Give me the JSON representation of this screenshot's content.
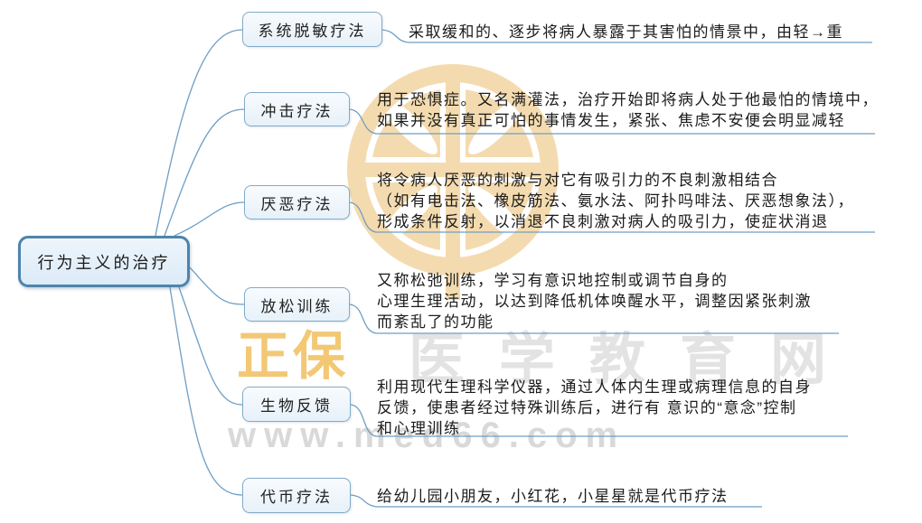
{
  "title": "行为主义的治疗思维导图",
  "central": {
    "label": "行为主义的治疗"
  },
  "branches": [
    {
      "label": "系统脱敏疗法",
      "lines": [
        "采取缓和的、逐步将病人暴露于其害怕的情景中，由轻→重"
      ]
    },
    {
      "label": "冲击疗法",
      "lines": [
        "用于恐惧症。又名满灌法，治疗开始即将病人处于他最怕的情境中，",
        "如果并没有真正可怕的事情发生，紧张、焦虑不安便会明显减轻"
      ]
    },
    {
      "label": "厌恶疗法",
      "lines": [
        "将令病人厌恶的刺激与对它有吸引力的不良刺激相结合",
        "（如有电击法、橡皮筋法、氨水法、阿扑吗啡法、厌恶想象法），",
        "形成条件反射，以消退不良刺激对病人的吸引力，使症状消退"
      ]
    },
    {
      "label": "放松训练",
      "lines": [
        "又称松弛训练，学习有意识地控制或调节自身的",
        "心理生理活动，以达到降低机体唤醒水平，调整因紧张刺激",
        "而紊乱了的功能"
      ]
    },
    {
      "label": "生物反馈",
      "lines": [
        "利用现代生理科学仪器，通过人体内生理或病理信息的自身",
        "反馈，使患者经过特殊训练后，进行有 意识的“意念”控制",
        "和心理训练"
      ]
    },
    {
      "label": "代币疗法",
      "lines": [
        "给幼儿园小朋友，小红花，小星星就是代币疗法"
      ]
    }
  ],
  "watermark": {
    "brand_gold": "正保",
    "brand_gray": "医学教育网",
    "url": "www.med66.com"
  },
  "colors": {
    "node_border": "#82abc9",
    "node_fill": "#e7f1f9",
    "central_border": "#4e84ab",
    "central_fill": "#dcebf7",
    "connector": "#6f9ec4",
    "text": "#1b1b1b",
    "watermark_tan": "#f2d39c",
    "watermark_gold": "#f3c875",
    "watermark_gray": "#e3e3e3"
  }
}
